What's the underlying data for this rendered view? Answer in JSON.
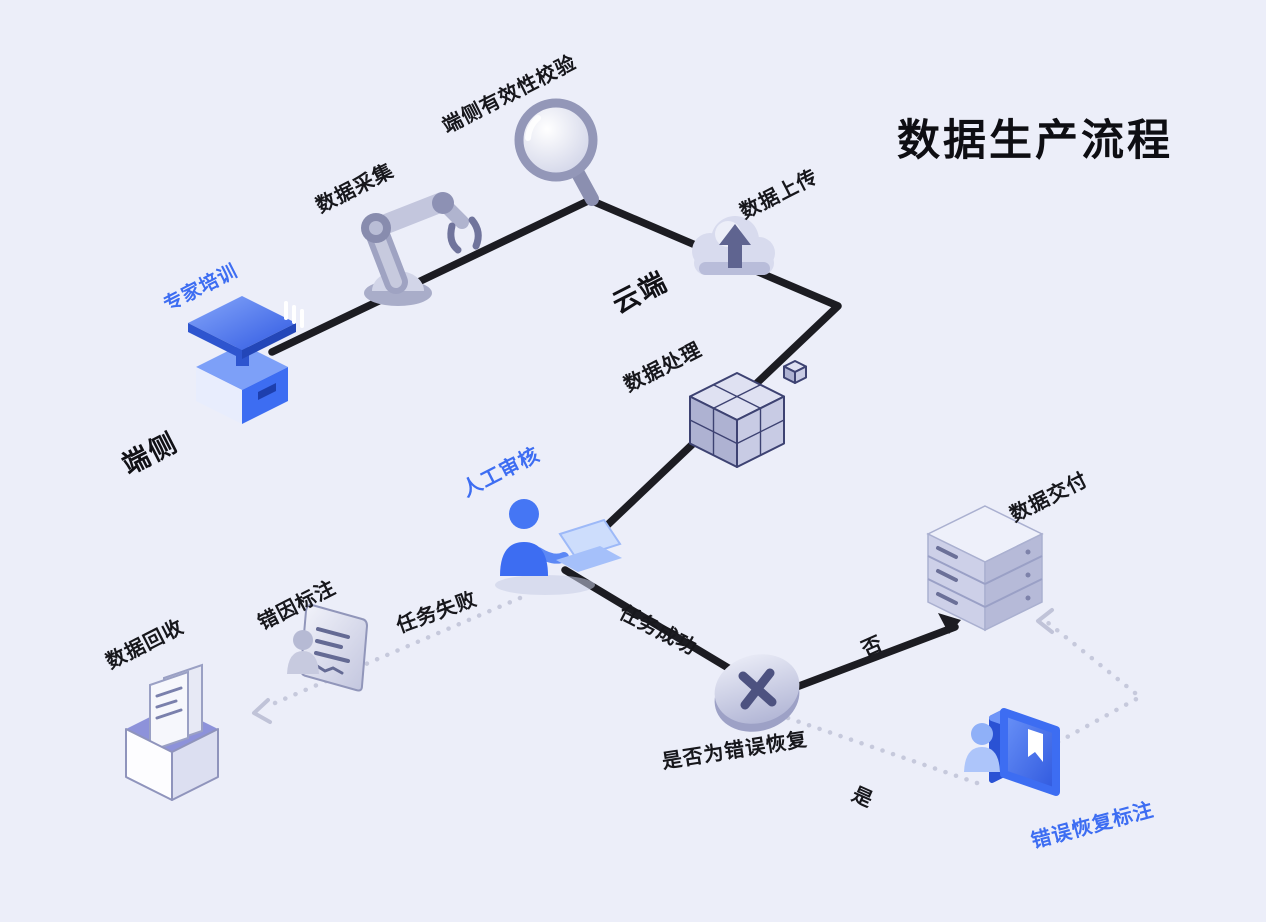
{
  "title": "数据生产流程",
  "zones": {
    "edge": "端侧",
    "cloud": "云端"
  },
  "colors": {
    "background": "#ECEEF9",
    "accent_blue": "#3D6DF2",
    "solid_line": "#1C1C22",
    "dotted_line": "#C6C9DC",
    "text_dark": "#17171C",
    "icon_lavender": "#C8CBE4"
  },
  "nodes": [
    {
      "id": "expert-training",
      "label": "专家培训",
      "icon": "podium-icon",
      "highlight": true
    },
    {
      "id": "data-collection",
      "label": "数据采集",
      "icon": "robot-arm-icon",
      "highlight": false
    },
    {
      "id": "edge-validation",
      "label": "端侧有效性校验",
      "icon": "magnifier-icon",
      "highlight": false
    },
    {
      "id": "data-upload",
      "label": "数据上传",
      "icon": "cloud-upload-icon",
      "highlight": false
    },
    {
      "id": "data-processing",
      "label": "数据处理",
      "icon": "cube-icon",
      "highlight": false
    },
    {
      "id": "manual-review",
      "label": "人工审核",
      "icon": "person-laptop-icon",
      "highlight": true
    },
    {
      "id": "error-cause-annotation",
      "label": "错因标注",
      "icon": "document-person-icon",
      "highlight": false
    },
    {
      "id": "data-recycle",
      "label": "数据回收",
      "icon": "box-papers-icon",
      "highlight": false
    },
    {
      "id": "error-recovery-check",
      "label": "是否为错误恢复",
      "icon": "decision-x-icon",
      "highlight": false
    },
    {
      "id": "data-delivery",
      "label": "数据交付",
      "icon": "server-icon",
      "highlight": false
    },
    {
      "id": "error-recovery-annotation",
      "label": "错误恢复标注",
      "icon": "book-person-icon",
      "highlight": true
    }
  ],
  "edges": [
    {
      "label": "任务失败",
      "from": "manual-review",
      "to": "error-cause-annotation",
      "style": "dotted"
    },
    {
      "label": "任务成功",
      "from": "manual-review",
      "to": "error-recovery-check",
      "style": "solid"
    },
    {
      "label": "否",
      "from": "error-recovery-check",
      "to": "data-delivery",
      "style": "solid"
    },
    {
      "label": "是",
      "from": "error-recovery-check",
      "to": "error-recovery-annotation",
      "style": "dotted"
    },
    {
      "label": "",
      "from": "error-cause-annotation",
      "to": "data-recycle",
      "style": "dotted"
    },
    {
      "label": "",
      "from": "error-recovery-annotation",
      "to": "data-delivery",
      "style": "dotted"
    }
  ]
}
